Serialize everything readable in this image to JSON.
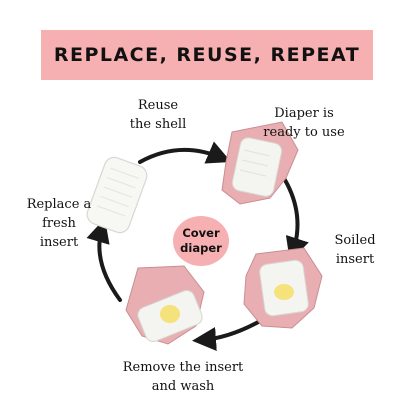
{
  "title": "REPLACE, REUSE, REPEAT",
  "center": {
    "line1": "Cover",
    "line2": "diaper"
  },
  "steps": {
    "reuse": {
      "line1": "Reuse",
      "line2": "the shell"
    },
    "ready": {
      "line1": "Diaper is",
      "line2": "ready to use"
    },
    "soiled": {
      "line1": "Soiled",
      "line2": "insert"
    },
    "remove": {
      "line1": "Remove the insert",
      "line2": "and wash"
    },
    "replace": {
      "line1": "Replace a",
      "line2": "fresh",
      "line3": "insert"
    }
  },
  "colors": {
    "banner": "#f7b0b2",
    "diaper": "#e8aeb1",
    "arrow": "#1a1a1a"
  }
}
